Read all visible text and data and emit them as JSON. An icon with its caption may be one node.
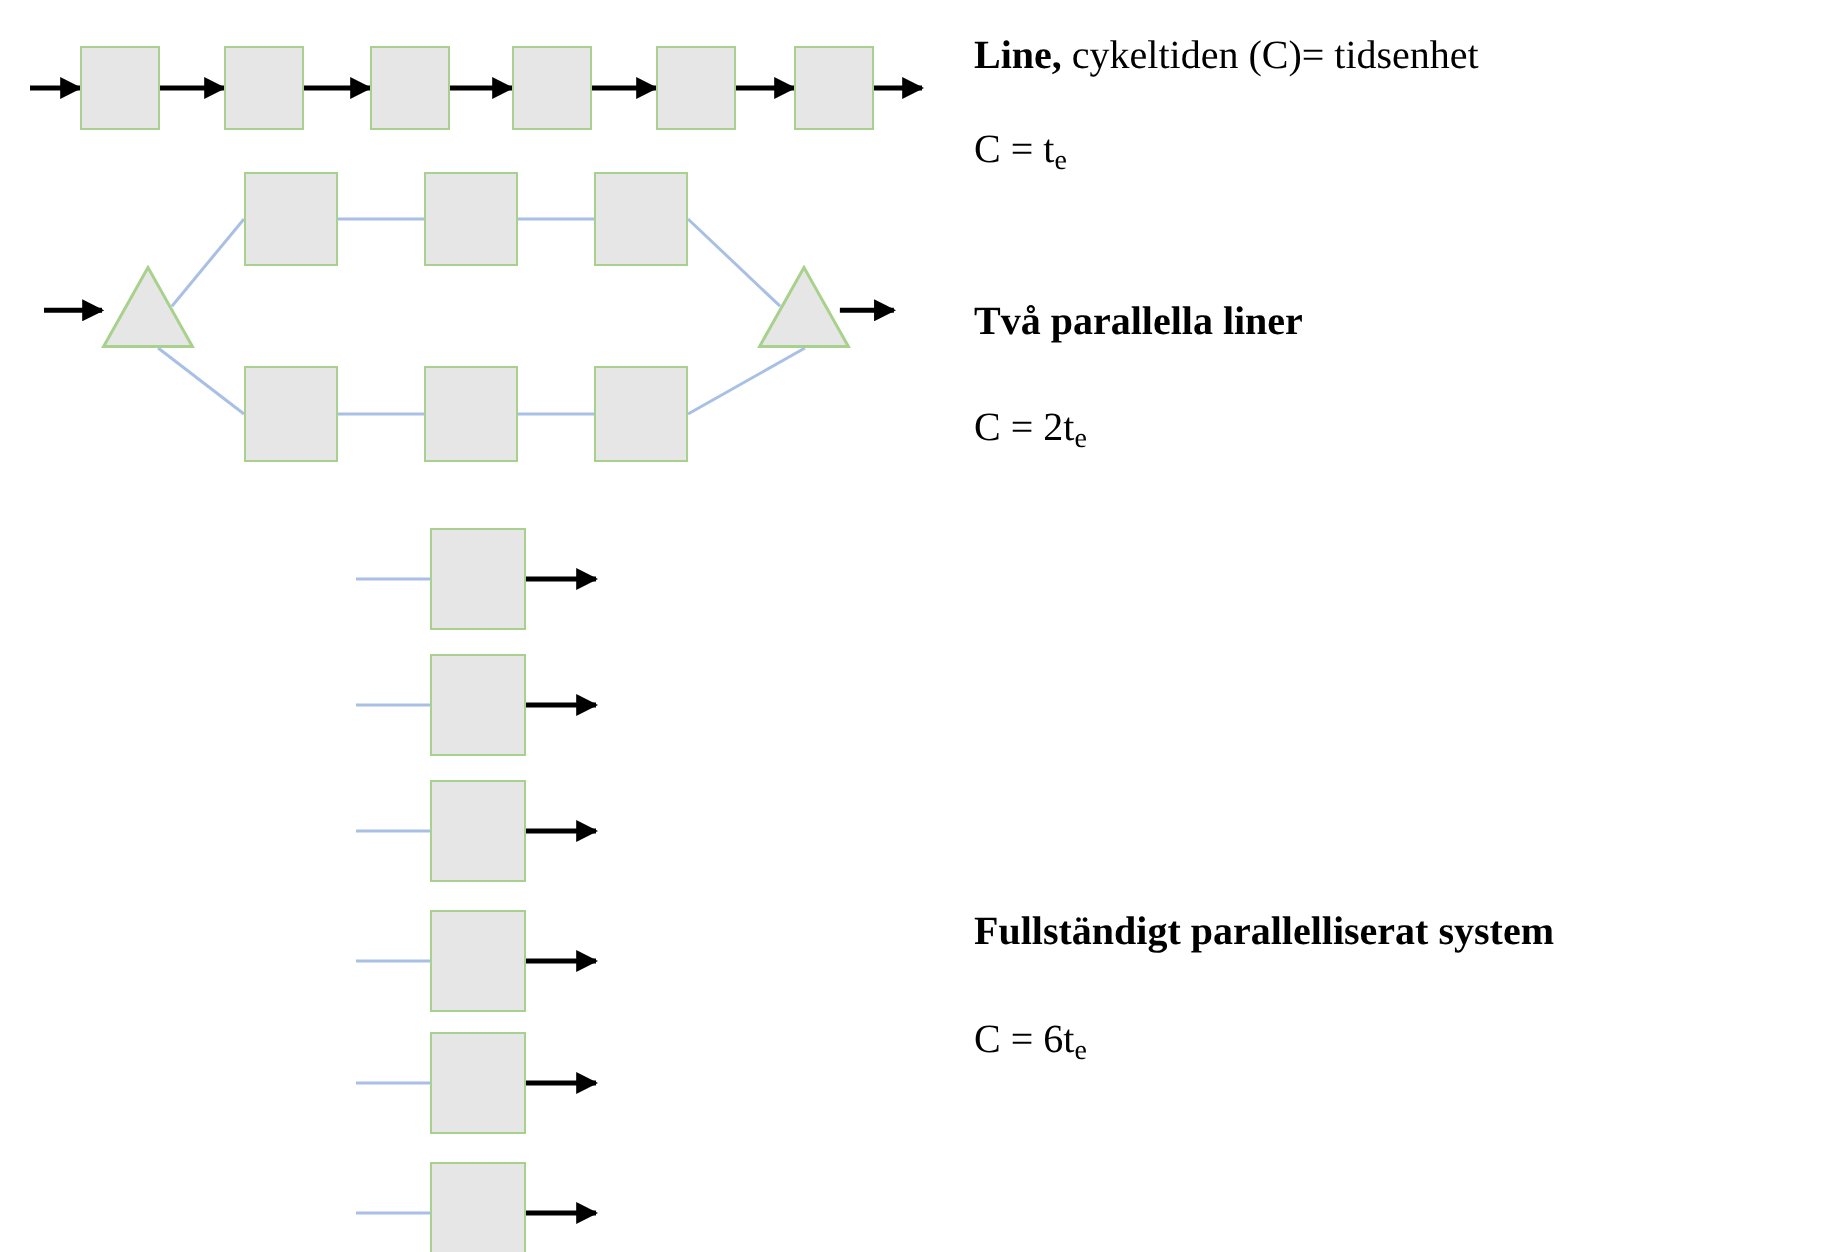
{
  "diagram": {
    "nodes": [
      {
        "text": [],
        "shape": "box"
      },
      {
        "text": [],
        "shape": "box"
      },
      {
        "text": [],
        "shape": "box"
      },
      {
        "text": [],
        "shape": "box"
      },
      {
        "text": [],
        "shape": "box"
      },
      {
        "text": [],
        "shape": "box"
      },
      {
        "text": [],
        "shape": "triangle"
      },
      {
        "text": [],
        "shape": "box"
      },
      {
        "text": [],
        "shape": "box"
      },
      {
        "text": [],
        "shape": "box"
      },
      {
        "text": [],
        "shape": "box"
      },
      {
        "text": [],
        "shape": "box"
      },
      {
        "text": [],
        "shape": "box"
      },
      {
        "text": [],
        "shape": "triangle"
      },
      {
        "text": [],
        "shape": "box"
      },
      {
        "text": [],
        "shape": "box"
      },
      {
        "text": [],
        "shape": "box"
      },
      {
        "text": [],
        "shape": "box"
      },
      {
        "text": [],
        "shape": "box"
      },
      {
        "text": [],
        "shape": "box"
      }
    ],
    "edges": [
      {
        "from": null,
        "to": 0,
        "arrow": "to"
      },
      {
        "from": 0,
        "to": 1,
        "arrow": "to"
      },
      {
        "from": 1,
        "to": 2,
        "arrow": "to"
      },
      {
        "from": 2,
        "to": 3,
        "arrow": "to"
      },
      {
        "from": 3,
        "to": 4,
        "arrow": "to"
      },
      {
        "from": 4,
        "to": 5,
        "arrow": "to"
      },
      {
        "from": 5,
        "to": null,
        "arrow": "to"
      },
      {
        "from": null,
        "to": 6,
        "arrow": "to"
      },
      {
        "from": 6,
        "to": 7,
        "arrow": "none",
        "color": "#a9c0e6"
      },
      {
        "from": 7,
        "to": 8,
        "arrow": "none",
        "color": "#a9c0e6"
      },
      {
        "from": 8,
        "to": 9,
        "arrow": "none",
        "color": "#a9c0e6"
      },
      {
        "from": 9,
        "to": 13,
        "arrow": "none",
        "color": "#a9c0e6"
      },
      {
        "from": 6,
        "to": 10,
        "arrow": "none",
        "color": "#a9c0e6"
      },
      {
        "from": 10,
        "to": 11,
        "arrow": "none",
        "color": "#a9c0e6"
      },
      {
        "from": 11,
        "to": 12,
        "arrow": "none",
        "color": "#a9c0e6"
      },
      {
        "from": 12,
        "to": 13,
        "arrow": "none",
        "color": "#a9c0e6"
      },
      {
        "from": 13,
        "to": null,
        "arrow": "to"
      },
      {
        "from": null,
        "to": 14,
        "arrow": "none",
        "color": "#a9c0e6"
      },
      {
        "from": 14,
        "to": null,
        "arrow": "to"
      },
      {
        "from": null,
        "to": 15,
        "arrow": "none",
        "color": "#a9c0e6"
      },
      {
        "from": 15,
        "to": null,
        "arrow": "to"
      },
      {
        "from": null,
        "to": 16,
        "arrow": "none",
        "color": "#a9c0e6"
      },
      {
        "from": 16,
        "to": null,
        "arrow": "to"
      },
      {
        "from": null,
        "to": 17,
        "arrow": "none",
        "color": "#a9c0e6"
      },
      {
        "from": 17,
        "to": null,
        "arrow": "to"
      },
      {
        "from": null,
        "to": 18,
        "arrow": "none",
        "color": "#a9c0e6"
      },
      {
        "from": 18,
        "to": null,
        "arrow": "to"
      },
      {
        "from": null,
        "to": 19,
        "arrow": "none",
        "color": "#a9c0e6"
      },
      {
        "from": 19,
        "to": null,
        "arrow": "to"
      }
    ],
    "labels": [
      "**Line,** cykeltiden (C)= tidsenhet",
      "C = t$_{e}$",
      "Två parallella liner",
      "C = 2t$_{e}$",
      "Fullständigt parallelliserat system",
      "C = 6t$_{e}$"
    ]
  }
}
